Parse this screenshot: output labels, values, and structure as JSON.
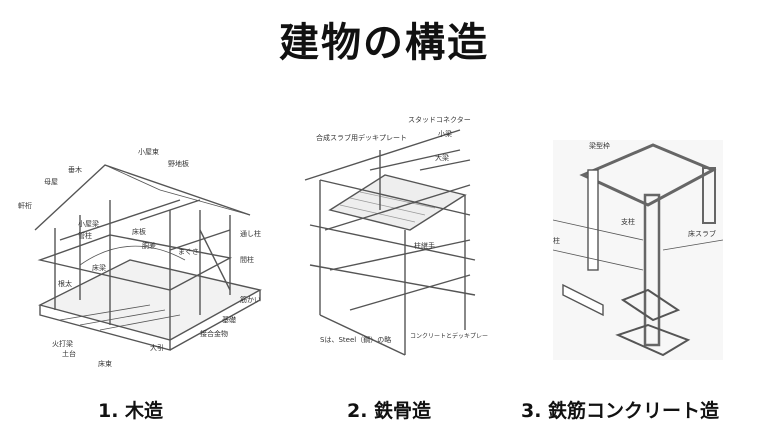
{
  "title": "建物の構造",
  "figures": [
    {
      "caption": "1. 木造",
      "labels": [
        "小屋束",
        "野地板",
        "垂木",
        "母屋",
        "軒桁",
        "小屋梁",
        "管柱",
        "床板",
        "胴差",
        "まぐさ",
        "通し柱",
        "間柱",
        "床梁",
        "根太",
        "筋かい",
        "火打梁",
        "基礎",
        "接合金物",
        "土台",
        "大引",
        "床束"
      ]
    },
    {
      "caption": "2. 鉄骨造",
      "labels": [
        "スタッドコネクター",
        "合成スラブ用デッキプレート",
        "小梁",
        "大梁",
        "柱継手",
        "Sは、Steel（鋼）の略",
        "コンクリートとデッキプレートの合成スラブ"
      ]
    },
    {
      "caption": "3. 鉄筋コンクリート造",
      "labels": [
        "梁型枠",
        "支柱",
        "柱",
        "床スラブ"
      ]
    }
  ]
}
